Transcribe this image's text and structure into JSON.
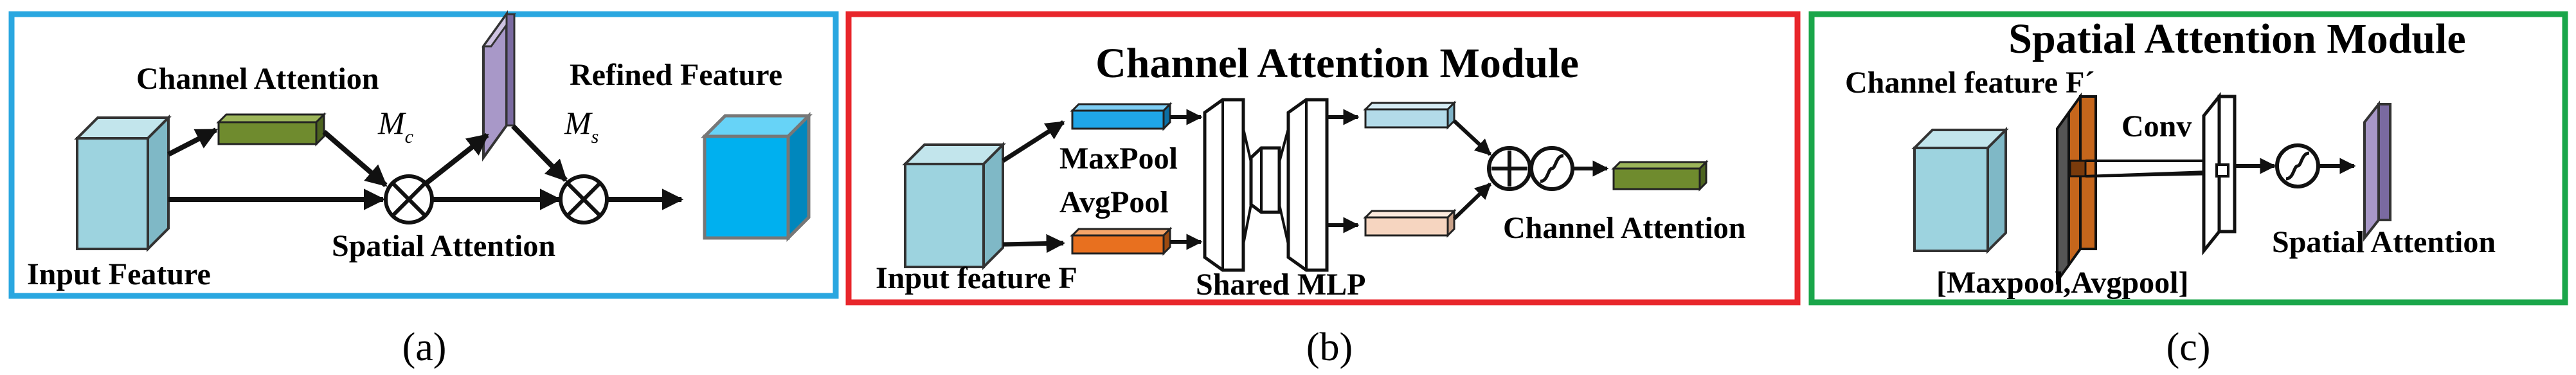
{
  "panel_a": {
    "caption": "(a)",
    "input_label": "Input Feature",
    "channel_attention_label": "Channel Attention",
    "spatial_attention_label": "Spatial Attention",
    "refined_label": "Refined Feature",
    "mc_label": "M",
    "mc_sub": "c",
    "ms_label": "M",
    "ms_sub": "s"
  },
  "panel_b": {
    "caption": "(b)",
    "title": "Channel Attention Module",
    "input_label": "Input feature F",
    "maxpool_label": "MaxPool",
    "avgpool_label": "AvgPool",
    "mlp_label": "Shared MLP",
    "output_label": "Channel Attention"
  },
  "panel_c": {
    "caption": "(c)",
    "title": "Spatial Attention Module",
    "input_label": "Channel feature F´",
    "pool_label": "[Maxpool,Avgpool]",
    "conv_label": "Conv",
    "output_label": "Spatial Attention"
  },
  "colors": {
    "panel_a_border": "#2aa7e0",
    "panel_b_border": "#e8262b",
    "panel_c_border": "#1aa64a",
    "input_cube": "#9dd3df",
    "refined_cube": "#00b0ef",
    "channel_bar": "#6f8b2e",
    "spatial_plane": "#a898c8",
    "maxpool_bar": "#1fa6e8",
    "avgpool_bar": "#e8701f",
    "mlp_out_top": "#b3dbe9",
    "mlp_out_bottom": "#f6d5c0",
    "pool_map": "#c5661c"
  }
}
